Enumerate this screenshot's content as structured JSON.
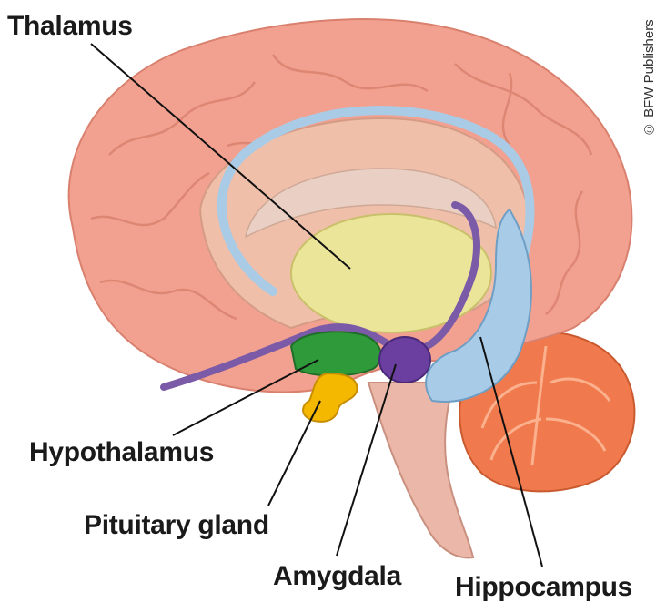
{
  "labels": {
    "thalamus": "Thalamus",
    "hypothalamus": "Hypothalamus",
    "pituitary": "Pituitary gland",
    "amygdala": "Amygdala",
    "hippocampus": "Hippocampus"
  },
  "credit": "© BFW Publishers",
  "colors": {
    "cortex": "#f2a190",
    "cortex_dark": "#d9806e",
    "inner_cortex": "#efbfa9",
    "fornix": "#a9cbe6",
    "thalamus": "#ebe59a",
    "hypothalamus": "#2f9a3a",
    "pituitary": "#f5b800",
    "limbic_purple": "#7b5aa8",
    "amygdala": "#6a3fa0",
    "hippocampus": "#a8cbe8",
    "cerebellum": "#f07a4d",
    "brainstem": "#eab7a8"
  }
}
